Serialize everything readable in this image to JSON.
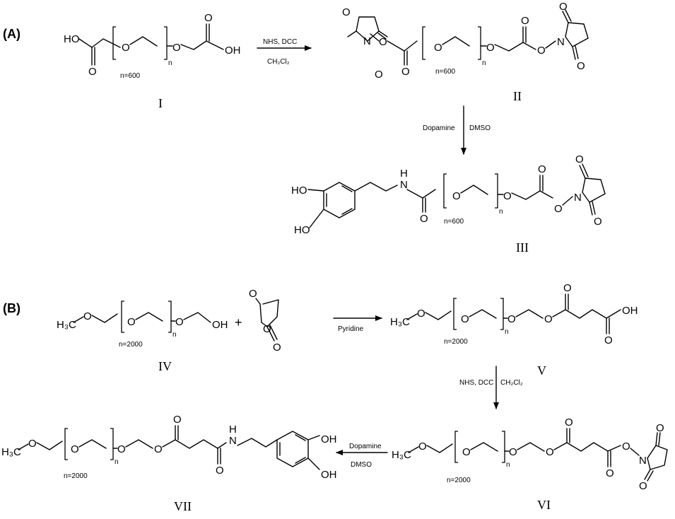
{
  "panels": {
    "a": "(A)",
    "b": "(B)"
  },
  "compounds": {
    "I": {
      "label": "I",
      "n": "n=600"
    },
    "II": {
      "label": "II",
      "n": "n=600"
    },
    "III": {
      "label": "III",
      "n": "n=600"
    },
    "IV": {
      "label": "IV",
      "n": "n=2000"
    },
    "V": {
      "label": "V",
      "n": "n=2000"
    },
    "VI": {
      "label": "VI",
      "n": "n=2000"
    },
    "VII": {
      "label": "VII",
      "n": "n=2000"
    }
  },
  "atoms": {
    "HO": "HO",
    "OH": "OH",
    "O": "O",
    "N": "N",
    "H": "H",
    "n": "n",
    "H3C": "H₃C",
    "plus": "+"
  },
  "reagents": {
    "step1_top": "NHS, DCC",
    "step1_bottom": "CH₂Cl₂",
    "step2_left": "Dopamine",
    "step2_right": "DMSO",
    "step3": "Pyridine",
    "step4_left": "NHS, DCC",
    "step4_right": "CH₂Cl₂",
    "step5_top": "Dopamine",
    "step5_bottom": "DMSO"
  }
}
